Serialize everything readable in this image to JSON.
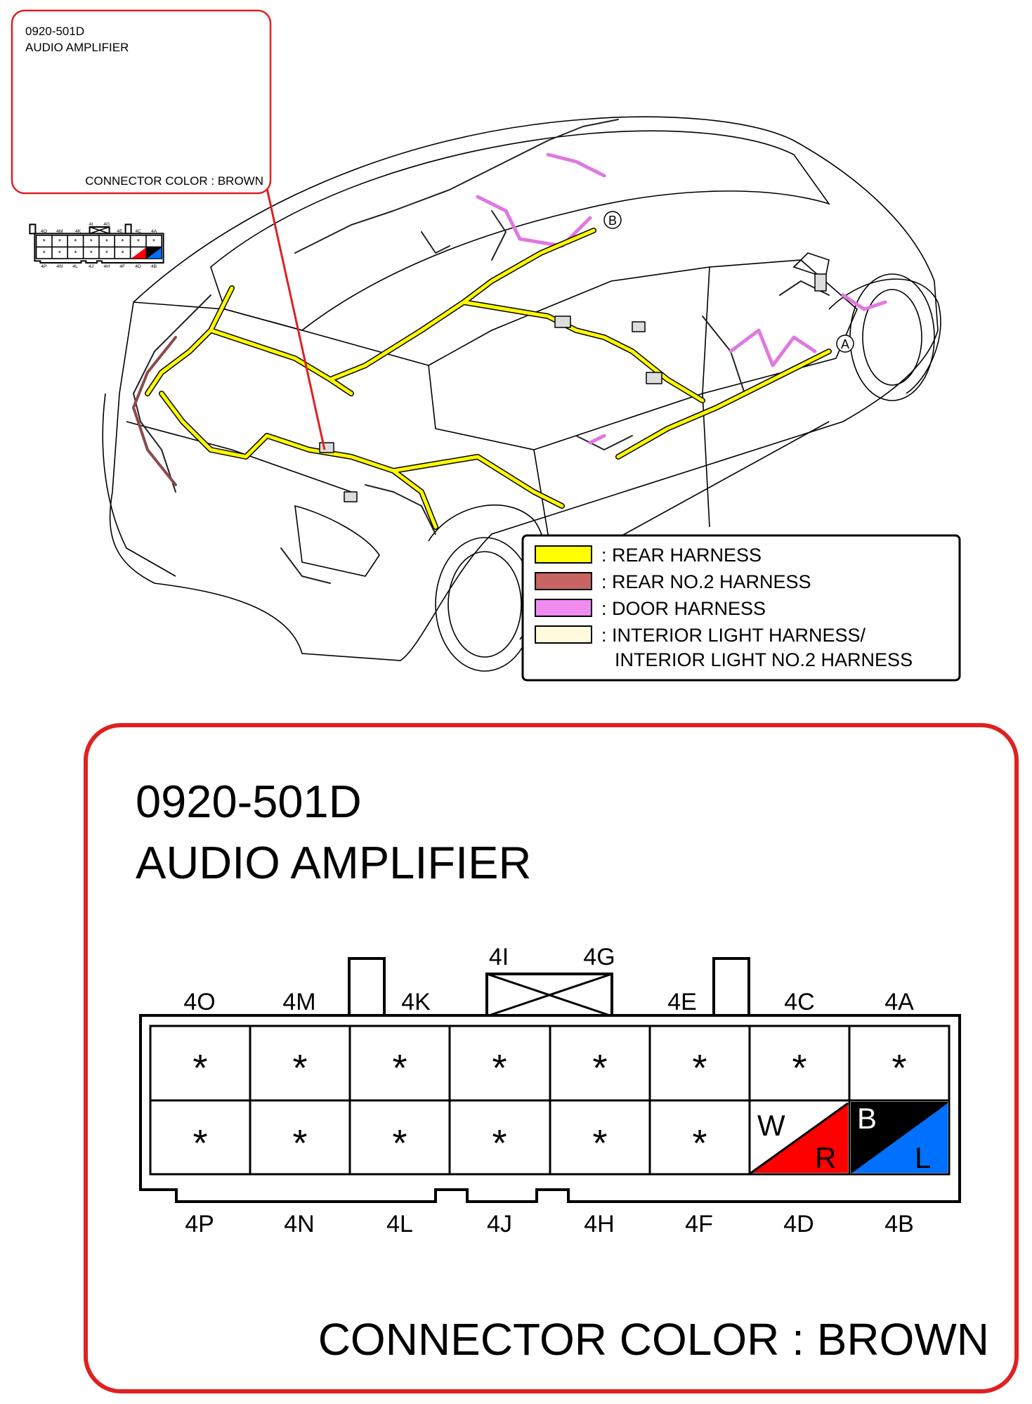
{
  "connector_id": "0920-501D",
  "connector_name": "AUDIO AMPLIFIER",
  "connector_color_label": "CONNECTOR COLOR : BROWN",
  "callouts": {
    "a": "A",
    "b": "B"
  },
  "legend": {
    "items": [
      {
        "label": ": REAR HARNESS",
        "color": "#ffff00"
      },
      {
        "label": ": REAR NO.2 HARNESS",
        "color": "#c86464"
      },
      {
        "label": ": DOOR HARNESS",
        "color": "#f08cf0"
      },
      {
        "label": ": INTERIOR LIGHT HARNESS/",
        "label2": "INTERIOR LIGHT NO.2 HARNESS",
        "color": "#fffadc"
      }
    ]
  },
  "connector": {
    "top_labels": [
      "4O",
      "4M",
      "4K",
      "4E",
      "4C",
      "4A"
    ],
    "top_keys": [
      "4I",
      "4G"
    ],
    "bottom_labels": [
      "4P",
      "4N",
      "4L",
      "4J",
      "4H",
      "4F",
      "4D",
      "4B"
    ],
    "unused_mark": "*",
    "wired_pins": [
      {
        "pin": "4D",
        "upper": "W",
        "lower": "R",
        "upper_color": "#ffffff",
        "lower_color": "#ff0000"
      },
      {
        "pin": "4B",
        "upper": "B",
        "lower": "L",
        "upper_color": "#000000",
        "lower_color": "#0070ff"
      }
    ]
  },
  "colors": {
    "frame_red": "#e02020",
    "harness_yellow": "#ffff00"
  }
}
